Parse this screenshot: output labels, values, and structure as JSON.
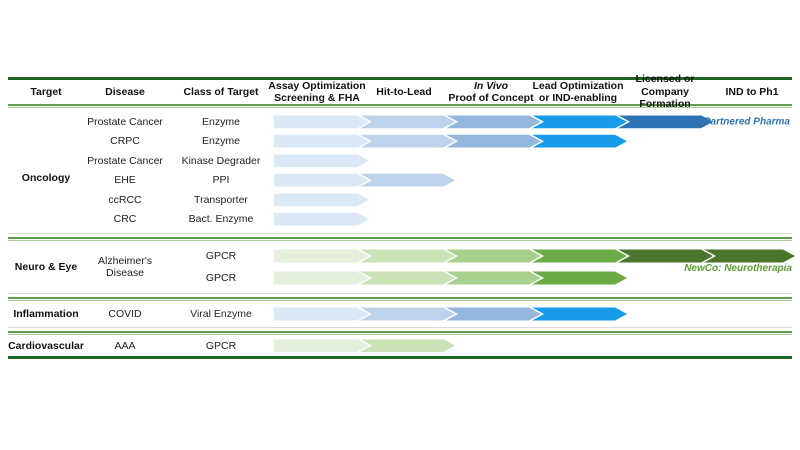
{
  "chart_data": {
    "type": "table",
    "title": "",
    "stage_columns": [
      "Assay Optimization Screening & FHA",
      "Hit-to-Lead",
      "In Vivo Proof of Concept",
      "Lead Optimization or IND-enabling",
      "Licensed or Company Formation",
      "IND to Ph1"
    ],
    "info_columns": [
      "Target",
      "Disease",
      "Class of Target"
    ],
    "programs": [
      {
        "target": "Oncology",
        "disease": "Prostate Cancer",
        "class_of_target": "Enzyme",
        "stages_completed": 5,
        "annotation": "Partnered Pharma"
      },
      {
        "target": "Oncology",
        "disease": "CRPC",
        "class_of_target": "Enzyme",
        "stages_completed": 4
      },
      {
        "target": "Oncology",
        "disease": "Prostate Cancer",
        "class_of_target": "Kinase Degrader",
        "stages_completed": 1
      },
      {
        "target": "Oncology",
        "disease": "EHE",
        "class_of_target": "PPI",
        "stages_completed": 2
      },
      {
        "target": "Oncology",
        "disease": "ccRCC",
        "class_of_target": "Transporter",
        "stages_completed": 1
      },
      {
        "target": "Oncology",
        "disease": "CRC",
        "class_of_target": "Bact. Enzyme",
        "stages_completed": 1
      },
      {
        "target": "Neuro & Eye",
        "disease": "Alzheimer's Disease",
        "class_of_target": "GPCR",
        "stages_completed": 6,
        "annotation": "NewCo: Neurotherapia"
      },
      {
        "target": "Neuro & Eye",
        "disease": "Alzheimer's Disease",
        "class_of_target": "GPCR",
        "stages_completed": 4
      },
      {
        "target": "Inflammation",
        "disease": "COVID",
        "class_of_target": "Viral Enzyme",
        "stages_completed": 4
      },
      {
        "target": "Cardiovascular",
        "disease": "AAA",
        "class_of_target": "GPCR",
        "stages_completed": 2
      }
    ]
  },
  "palette": {
    "blue": [
      "#dbe8f5",
      "#bed3eb",
      "#94b7dd",
      "#169ceb",
      "#2e74b5"
    ],
    "green": [
      "#e3efda",
      "#c9e2b6",
      "#a8d08d",
      "#6bab45",
      "#49752c",
      "#49752c"
    ],
    "top_bottom_rule": "#1e651e",
    "separator_green": "#5f9e49",
    "separator_light_green": "#a9cf96",
    "separator_gray": "#d9d9d9",
    "partnered_text": "#2e74b5",
    "newco_text": "#5d9c35"
  },
  "header": {
    "columns": [
      {
        "line1": "Target",
        "line2": ""
      },
      {
        "line1": "Disease",
        "line2": ""
      },
      {
        "line1": "Class of Target",
        "line2": ""
      },
      {
        "line1": "Assay Optimization",
        "line2": "Screening & FHA"
      },
      {
        "line1": "Hit-to-Lead",
        "line2": ""
      },
      {
        "line1": "In Vivo",
        "line2": "Proof of Concept"
      },
      {
        "line1": "Lead Optimization",
        "line2": "or IND-enabling"
      },
      {
        "line1": "Licensed or",
        "line2": "Company Formation"
      },
      {
        "line1": "IND to Ph1",
        "line2": ""
      }
    ]
  },
  "sections": [
    {
      "target": "Oncology",
      "scheme": "blue",
      "rows": [
        {
          "disease": "Prostate Cancer",
          "target_class": "Enzyme",
          "stages": 5,
          "annotation": "Partnered Pharma"
        },
        {
          "disease": "CRPC",
          "target_class": "Enzyme",
          "stages": 4
        },
        {
          "disease": "Prostate Cancer",
          "target_class": "Kinase Degrader",
          "stages": 1
        },
        {
          "disease": "EHE",
          "target_class": "PPI",
          "stages": 2
        },
        {
          "disease": "ccRCC",
          "target_class": "Transporter",
          "stages": 1
        },
        {
          "disease": "CRC",
          "target_class": "Bact. Enzyme",
          "stages": 1
        }
      ]
    },
    {
      "target": "Neuro & Eye",
      "disease_group": "Alzheimer's Disease",
      "scheme": "green",
      "annotation": "NewCo: Neurotherapia",
      "rows": [
        {
          "target_class": "GPCR",
          "stages": 6
        },
        {
          "target_class": "GPCR",
          "stages": 4
        }
      ]
    },
    {
      "target": "Inflammation",
      "scheme": "blue",
      "rows": [
        {
          "disease": "COVID",
          "target_class": "Viral Enzyme",
          "stages": 4
        }
      ]
    },
    {
      "target": "Cardiovascular",
      "scheme": "green",
      "rows": [
        {
          "disease": "AAA",
          "target_class": "GPCR",
          "stages": 2
        }
      ]
    }
  ]
}
